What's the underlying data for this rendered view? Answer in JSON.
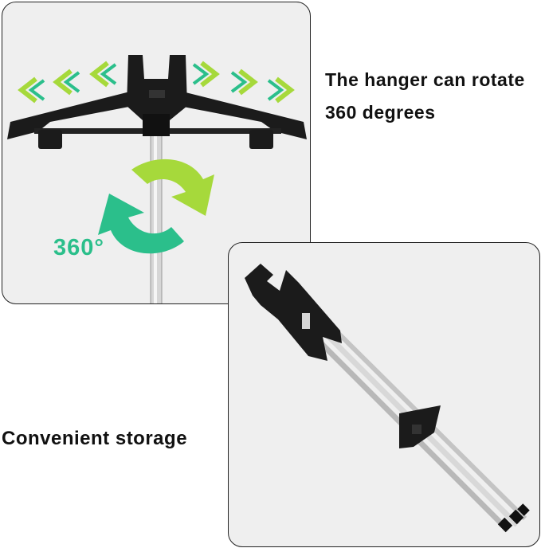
{
  "captions": {
    "rotate_line1": "The hanger can rotate",
    "rotate_line2": "360 degrees",
    "storage": "Convenient storage"
  },
  "rotation_badge": "360°",
  "colors": {
    "panel_background": "#efefef",
    "arrow_green_light": "#a6d93b",
    "arrow_teal": "#2bbf8b",
    "hanger_black": "#1b1b1b",
    "pole_silver": "#cfcfcf"
  },
  "icons": [
    "chevron-left-icon",
    "chevron-right-icon",
    "rotate-arrows-icon"
  ]
}
